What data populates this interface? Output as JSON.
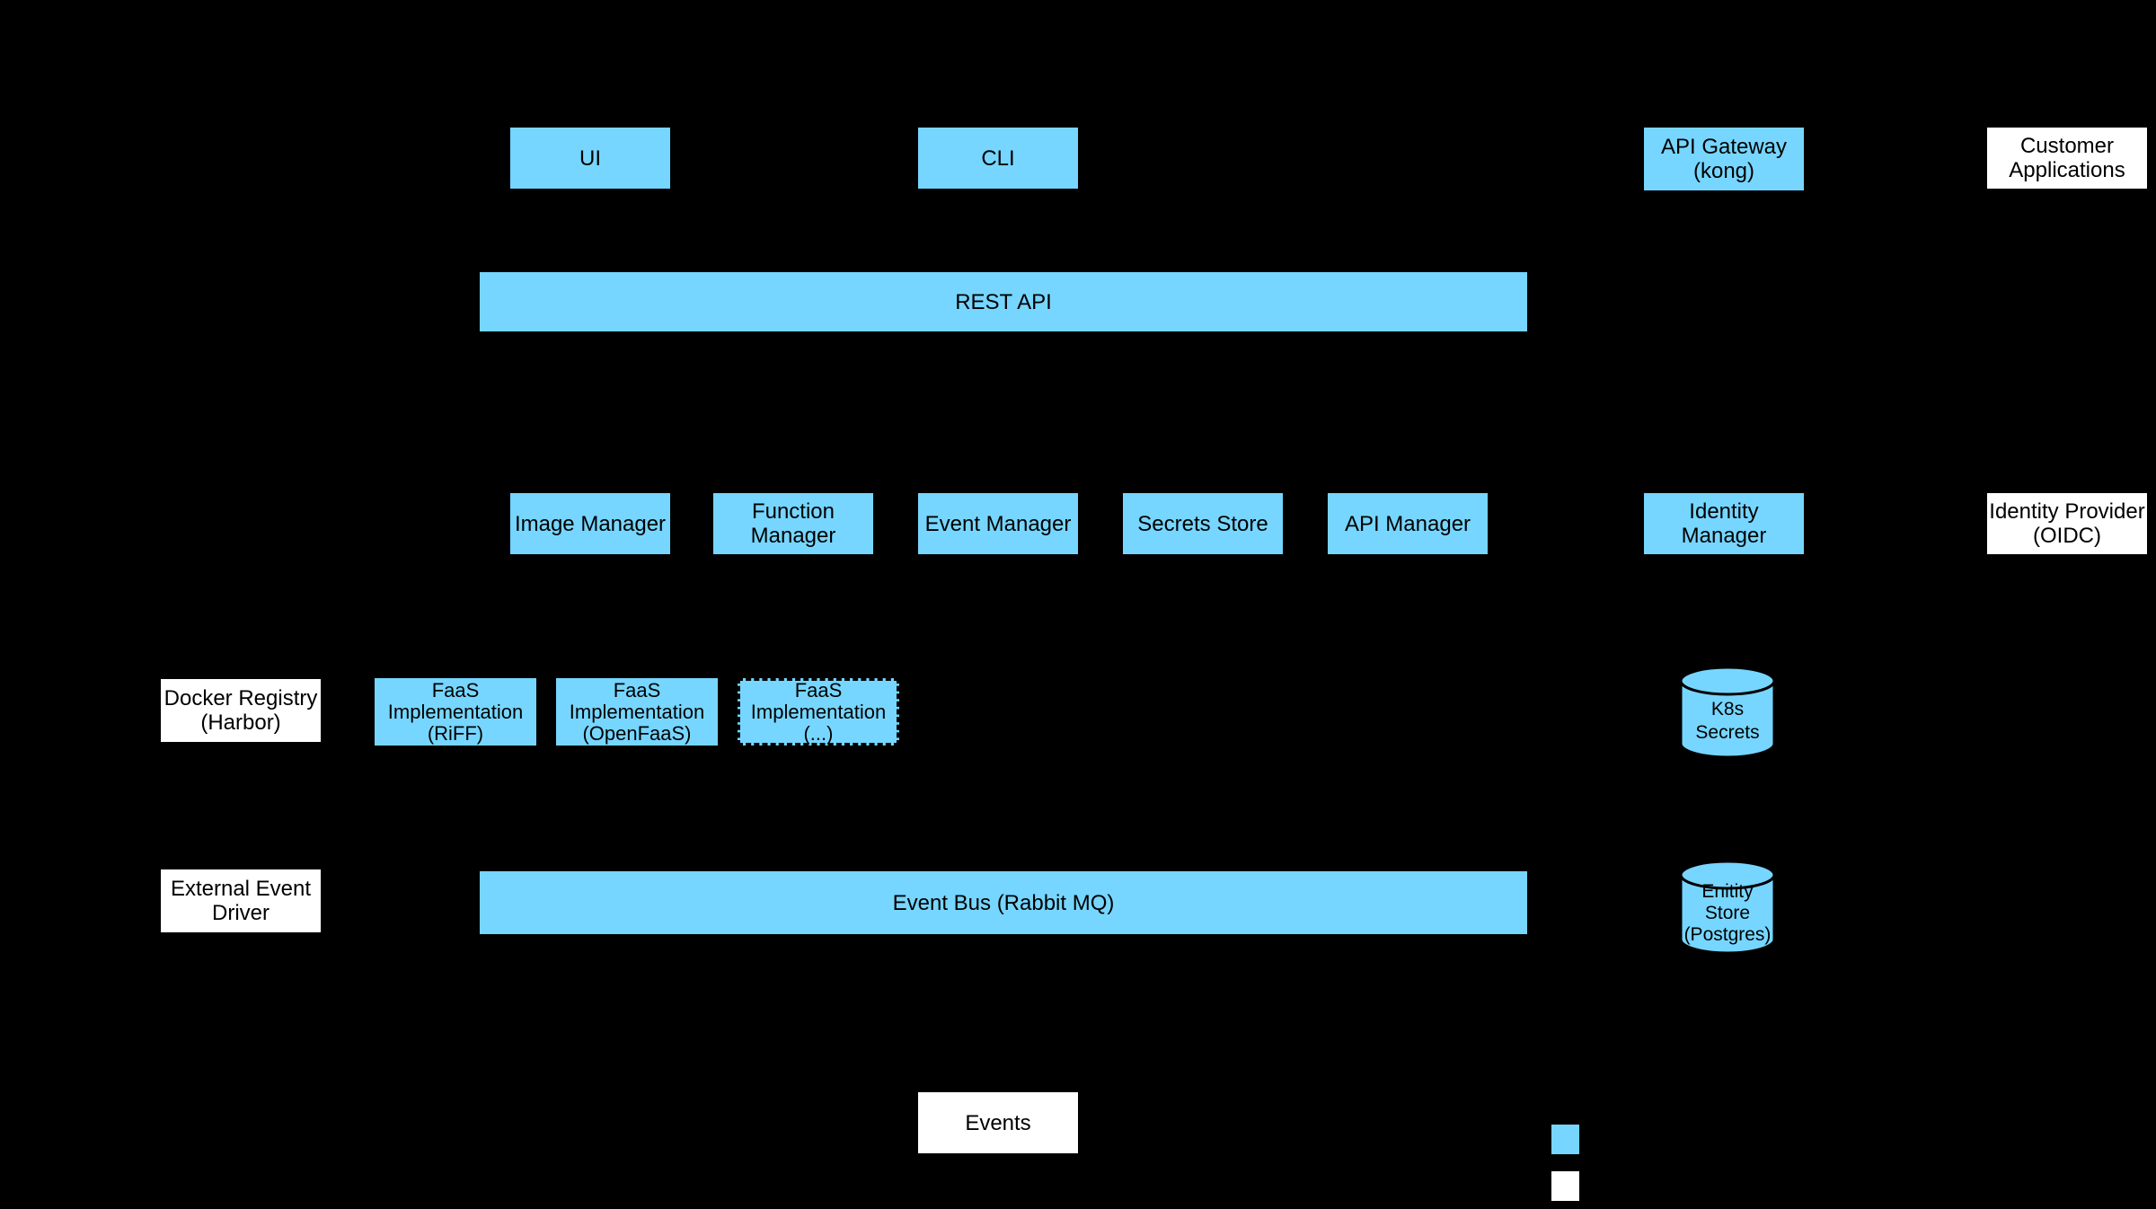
{
  "colors": {
    "background": "#000000",
    "node_blue": "#76D6FF",
    "node_white": "#FFFFFF",
    "node_text": "#000000"
  },
  "nodes": {
    "ui": {
      "label": "UI"
    },
    "cli": {
      "label": "CLI"
    },
    "api_gateway": {
      "label": "API Gateway\n(kong)"
    },
    "customer_applications": {
      "label": "Customer\nApplications"
    },
    "rest_api": {
      "label": "REST API"
    },
    "image_manager": {
      "label": "Image Manager"
    },
    "function_manager": {
      "label": "Function\nManager"
    },
    "event_manager": {
      "label": "Event Manager"
    },
    "secrets_store": {
      "label": "Secrets Store"
    },
    "api_manager": {
      "label": "API Manager"
    },
    "identity_manager": {
      "label": "Identity Manager"
    },
    "identity_provider": {
      "label": "Identity Provider\n(OIDC)"
    },
    "docker_registry": {
      "label": "Docker Registry\n(Harbor)"
    },
    "faas_riff": {
      "label": "FaaS\nImplementation\n(RiFF)"
    },
    "faas_openfaas": {
      "label": "FaaS\nImplementation\n(OpenFaaS)"
    },
    "faas_other": {
      "label": "FaaS\nImplementation\n(...)"
    },
    "k8s_secrets": {
      "label": "K8s\nSecrets"
    },
    "external_event_driver": {
      "label": "External Event\nDriver"
    },
    "event_bus": {
      "label": "Event Bus (Rabbit MQ)"
    },
    "entity_store": {
      "label": "Enitity\nStore\n(Postgres)"
    },
    "events": {
      "label": "Events"
    }
  },
  "legend": {
    "swatches": [
      {
        "name": "blue-swatch",
        "color": "#76D6FF"
      },
      {
        "name": "white-swatch",
        "color": "#FFFFFF"
      }
    ]
  }
}
